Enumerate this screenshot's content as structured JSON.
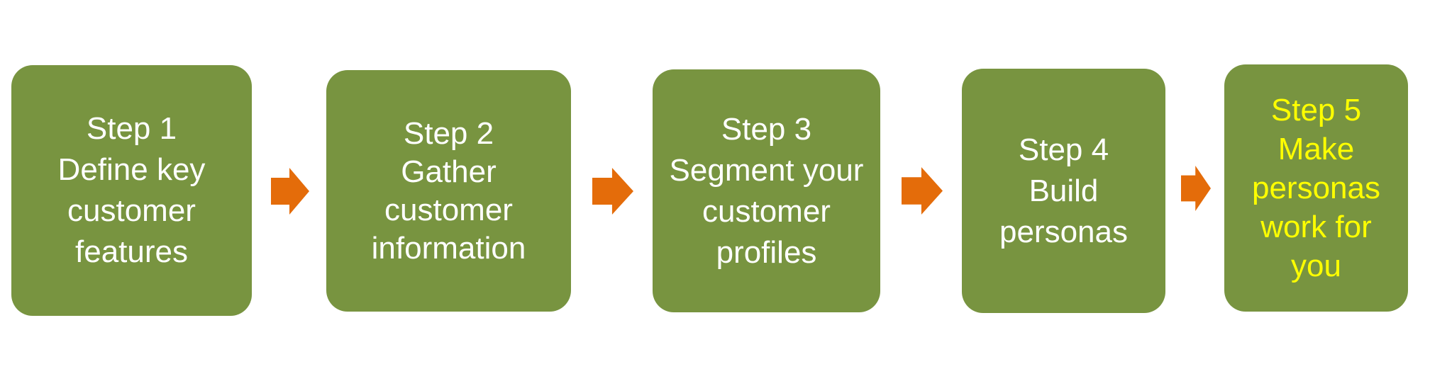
{
  "steps": [
    {
      "lines": [
        "Step 1",
        "Define key",
        "customer",
        "features"
      ]
    },
    {
      "lines": [
        "Step 2",
        "Gather",
        "customer",
        "information"
      ]
    },
    {
      "lines": [
        "Step 3",
        "Segment your",
        "customer",
        "profiles"
      ]
    },
    {
      "lines": [
        "Step 4",
        "Build",
        "personas"
      ]
    },
    {
      "lines": [
        "Step 5",
        "Make",
        "personas",
        "work for",
        "you"
      ]
    }
  ],
  "colors": {
    "box_fill": "#789440",
    "text": "#ffffff",
    "highlight_text": "#ffff00",
    "arrow": "#e46c0a"
  },
  "icons": [
    "right-arrow-icon"
  ]
}
